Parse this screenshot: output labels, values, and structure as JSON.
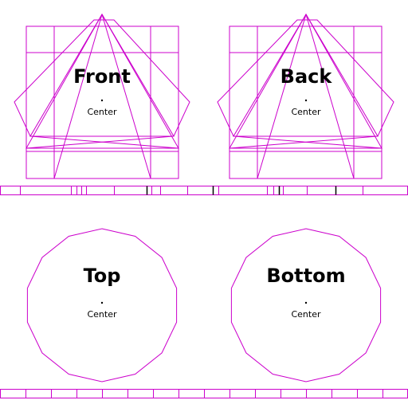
{
  "colors": {
    "wireframe": "#cc00cc",
    "text": "#000000",
    "background": "#ffffff",
    "strip_tick_dark": "#000000"
  },
  "panels": {
    "front": {
      "title": "Front",
      "center_label": "Center"
    },
    "back": {
      "title": "Back",
      "center_label": "Center"
    },
    "top": {
      "title": "Top",
      "center_label": "Center"
    },
    "bottom": {
      "title": "Bottom",
      "center_label": "Center"
    }
  }
}
